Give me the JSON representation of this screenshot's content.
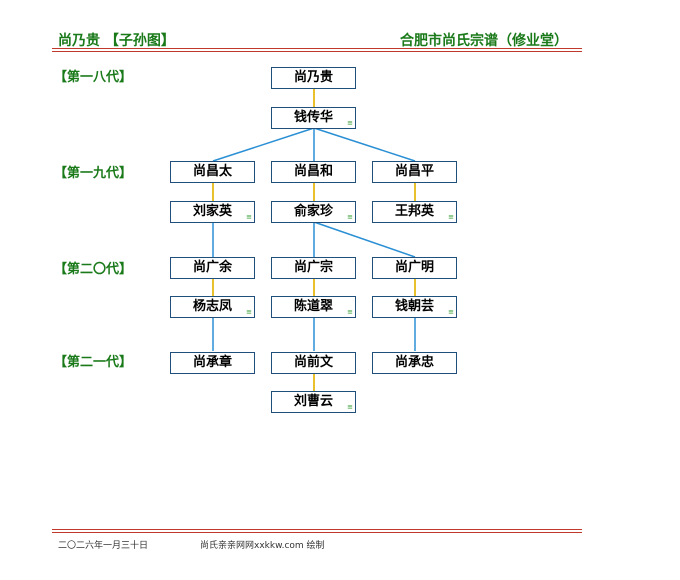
{
  "header": {
    "left_title": "尚乃贵 【子孙图】",
    "right_title": "合肥市尚氏宗谱（修业堂）"
  },
  "generations": [
    "【第一八代】",
    "【第一九代】",
    "【第二〇代】",
    "【第二一代】"
  ],
  "persons": {
    "p1": "尚乃贵",
    "w1": "钱传华",
    "p2": "尚昌太",
    "w2": "刘家英",
    "p3": "尚昌和",
    "w3": "俞家珍",
    "p4": "尚昌平",
    "w4": "王邦英",
    "p5": "尚广余",
    "w5": "杨志凤",
    "p6": "尚广宗",
    "w6": "陈道翠",
    "p7": "尚广明",
    "w7": "钱朝芸",
    "p8": "尚承章",
    "p9": "尚前文",
    "w9": "刘曹云",
    "p10": "尚承忠"
  },
  "spouse_mark": "≡",
  "footer": {
    "date": "二〇二六年一月三十日",
    "credit": "尚氏亲亲网网xxkkw.com 绘制"
  },
  "colors": {
    "title_green": "#1a7a1a",
    "rule_red": "#c0392b",
    "box_border": "#1f4f7a",
    "descent_line": "#2a8fd4",
    "marriage_line": "#e8c12c"
  }
}
